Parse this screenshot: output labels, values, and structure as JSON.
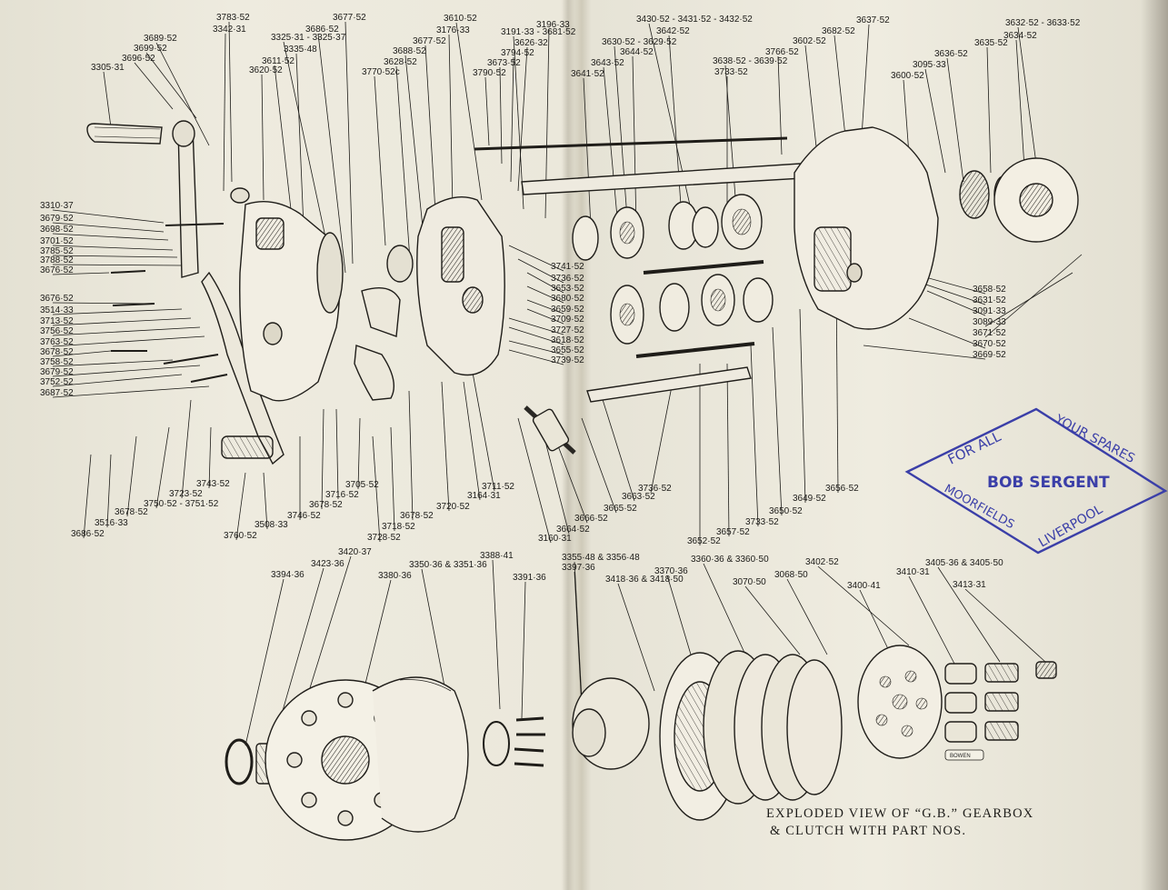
{
  "caption": {
    "line1": "EXPLODED VIEW OF “G.B.” GEARBOX",
    "line2": "& CLUTCH WITH PART NOS."
  },
  "stamp": {
    "top_left": "FOR ALL",
    "top_right": "YOUR SPARES",
    "name": "BOB SERGENT",
    "bottom_left": "MOORFIELDS",
    "bottom_right": "LIVERPOOL",
    "color": "#3b3fa8"
  },
  "artist_signature": "BOWEN",
  "part_numbers": {
    "top_left_row": [
      "3305·31",
      "3696·52",
      "3699·52",
      "3689·52",
      "3342·31",
      "3783·52",
      "3620·52",
      "3611·52",
      "3335·48",
      "3325·31 - 3325·37",
      "3686·52",
      "3677·52",
      "3770·52c",
      "3628·52",
      "3688·52",
      "3677·52",
      "3176·33",
      "3610·52",
      "3790·52",
      "3673·52",
      "3794·52",
      "3626·32",
      "3191·33 - 3681·52",
      "3196·33"
    ],
    "top_right_row": [
      "3430·52 - 3431·52 - 3432·52",
      "3642·52",
      "3630·52 - 3629·52",
      "3644·52",
      "3643·52",
      "3641·52",
      "3638·52 - 3639·52",
      "3733·52",
      "3766·52",
      "3602·52",
      "3682·52",
      "3637·52",
      "3600·52",
      "3095·33",
      "3636·52",
      "3635·52",
      "3632·52 - 3633·52",
      "3634·52"
    ],
    "left_column": [
      "3310·37",
      "3679·52",
      "3698·52",
      "3701·52",
      "3785·52",
      "3788·52",
      "3676·52",
      "3676·52",
      "3514·33",
      "3713·52",
      "3756·52",
      "3763·52",
      "3678·52",
      "3758·52",
      "3679·52",
      "3752·52",
      "3687·52"
    ],
    "middle_column": [
      "3741·52",
      "3736·52",
      "3653·52",
      "3680·52",
      "3659·52",
      "3709·52",
      "3727·52",
      "3618·52",
      "3655·52",
      "3739·52"
    ],
    "right_column": [
      "3658·52",
      "3631·52",
      "3091·33",
      "3089·33",
      "3671·52",
      "3670·52",
      "3669·52"
    ],
    "bottom_left_fan": [
      "3686·52",
      "3516·33",
      "3678·52",
      "3750·52 - 3751·52",
      "3723·52",
      "3743·52",
      "3760·52",
      "3508·33",
      "3746·52",
      "3678·52",
      "3716·52",
      "3705·52",
      "3728·52",
      "3718·52",
      "3678·52",
      "3720·52",
      "3164·31",
      "3711·52",
      "3160·31",
      "3664·52",
      "3666·52",
      "3665·52",
      "3663·52",
      "3736·52",
      "3652·52",
      "3657·52",
      "3733·52",
      "3650·52",
      "3649·52",
      "3656·52"
    ],
    "clutch_row": [
      "3394·36",
      "3423·36",
      "3420·37",
      "3380·36",
      "3350·36 & 3351·36",
      "3388·41",
      "3391·36",
      "3355·48 & 3356·48",
      "3397·36",
      "3418·36 & 3418·50",
      "3370·36",
      "3360·36 & 3360·50",
      "3070·50",
      "3068·50",
      "3402·52",
      "3400·41",
      "3410·31",
      "3405·36 & 3405·50",
      "3413·31"
    ]
  }
}
